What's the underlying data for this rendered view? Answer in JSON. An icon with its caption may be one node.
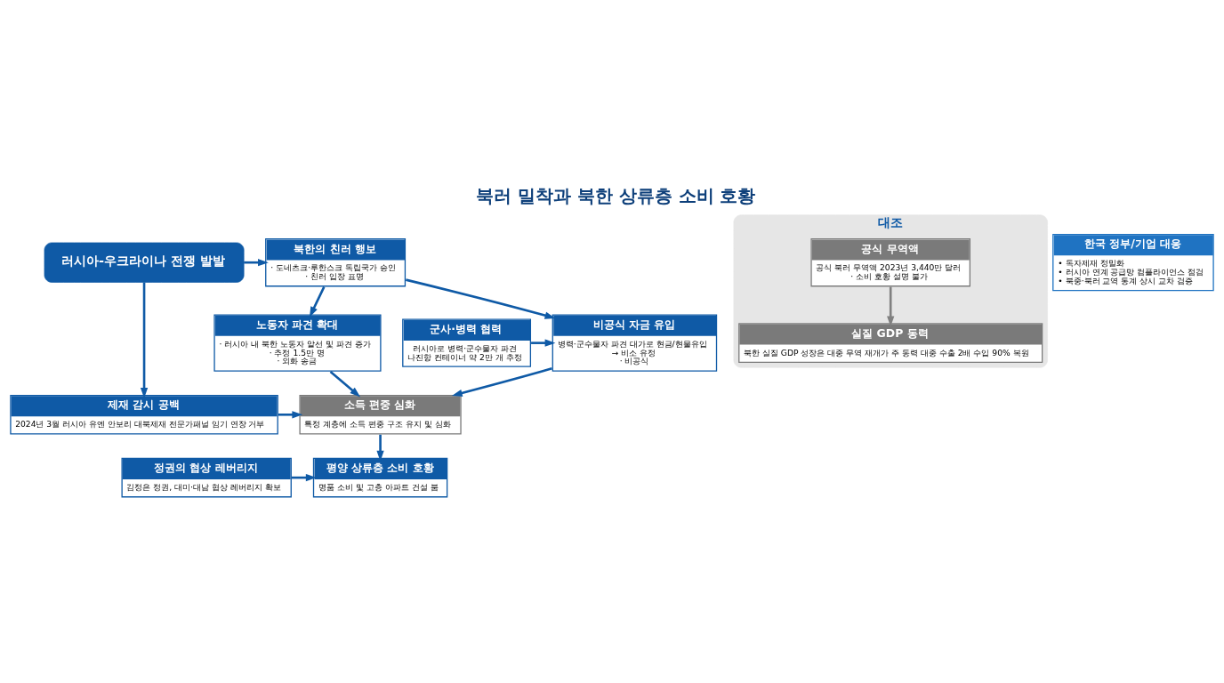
{
  "diagram": {
    "title": "북러 밀착과 북한 상류층 소비 호황",
    "nodes": [
      {
        "text": [
          "러시아-우크라이나 전쟁 발발"
        ]
      },
      {
        "text": [
          "북한의 친러 행보",
          "· 도네츠크·루한스크 독립국가 승인",
          "· 친러 입장 표명"
        ]
      },
      {
        "text": [
          "군사·병력 협력",
          "러시아로 병력·군수물자 파견",
          "나진항 컨테이너 약 2만 개 추정"
        ]
      },
      {
        "text": [
          "비공식 자금 유입",
          "병력·군수물자 파견 대가로 현금/현물유입",
          "→ 비소 유정",
          "· 비공식"
        ]
      },
      {
        "text": [
          "노동자 파견 확대",
          "· 러시아 내 북한 노동자 알선 및 파견 증가",
          "· 추정 1.5만 명",
          "· 외화 송금"
        ]
      },
      {
        "text": [
          "제재 감시 공백",
          "2024년 3월 러시아 유엔 안보리 대북제재 전문가패널 임기 연장 거부"
        ]
      },
      {
        "text": [
          "소득 편중 심화",
          "특정 계층에 소득 편중 구조 유지 및 심화"
        ]
      },
      {
        "text": [
          "정권의 협상 레버리지",
          "김정은 정권, 대미·대남 협상 레버리지 확보"
        ]
      },
      {
        "text": [
          "평양 상류층 소비 호황",
          "명품 소비 및 고층 아파트 건설 붐"
        ]
      },
      {
        "text": [
          "대조"
        ]
      },
      {
        "text": [
          "공식 무역액",
          "공식 북러 무역액 2023년 3,440만 달러",
          "· 소비 호황 설명 불가"
        ],
        "in": 9
      },
      {
        "text": [
          "실질 GDP 동력",
          "북한 실질 GDP 성장은 대중 무역 재개가 주 동력 대중 수출 2배 수입 90% 복원"
        ],
        "in": 9
      },
      {
        "text": [
          "한국 정부/기업 대응",
          "• 독자제재 정밀화",
          "• 러시아 연계 공급망 컴플라이언스 점검",
          "• 북중·북러 교역 통계 상시 교차 검증"
        ]
      }
    ],
    "edges": [
      {
        "from": 0,
        "to": 1,
        "arrow": "to"
      },
      {
        "from": 0,
        "to": 5,
        "arrow": "to"
      },
      {
        "from": 1,
        "to": 3,
        "arrow": "to"
      },
      {
        "from": 1,
        "to": 4,
        "arrow": "to"
      },
      {
        "from": 2,
        "to": 3,
        "arrow": "to"
      },
      {
        "from": 3,
        "to": 6,
        "arrow": "to"
      },
      {
        "from": 4,
        "to": 6,
        "arrow": "to"
      },
      {
        "from": 5,
        "to": 6,
        "arrow": "to"
      },
      {
        "from": 6,
        "to": 8,
        "arrow": "to"
      },
      {
        "from": 7,
        "to": 8,
        "arrow": "to"
      },
      {
        "from": 10,
        "to": 11,
        "arrow": "to",
        "color": "#808080"
      }
    ]
  }
}
